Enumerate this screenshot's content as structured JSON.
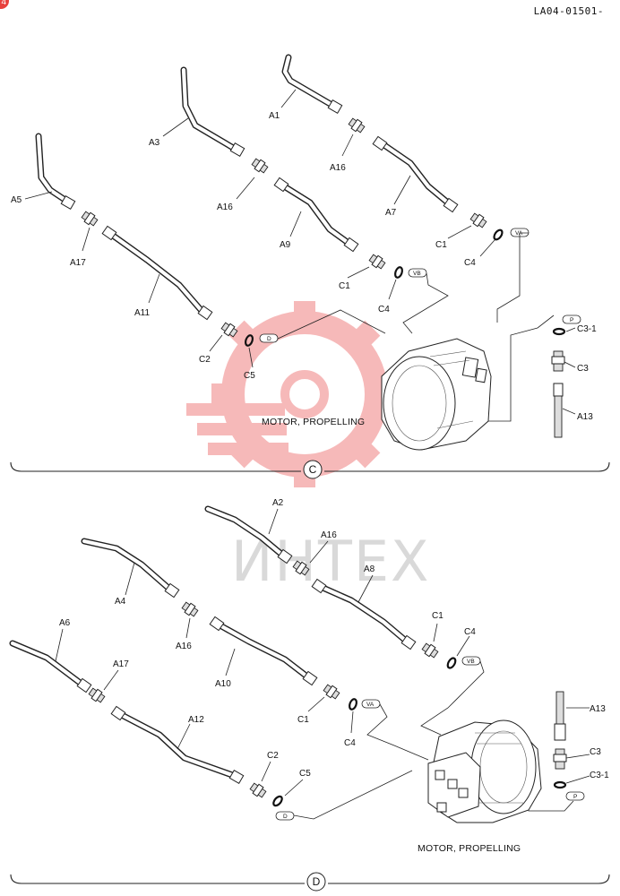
{
  "header": {
    "page_id": "LA04-01501-",
    "corner_mark": "4"
  },
  "watermark": {
    "text": "ИНТЕХ",
    "color": "#f08080"
  },
  "sections": [
    {
      "name": "C",
      "caption": "MOTOR, PROPELLING",
      "callouts": [
        "A1",
        "A16",
        "A3",
        "A7",
        "A16",
        "A5",
        "A9",
        "C1",
        "C4",
        "A17",
        "C1",
        "A11",
        "C4",
        "C2",
        "C5",
        "C3-1",
        "C3",
        "A13"
      ],
      "port_tags": [
        "VA",
        "VB",
        "D",
        "P"
      ]
    },
    {
      "name": "D",
      "caption": "MOTOR, PROPELLING",
      "callouts": [
        "A2",
        "A16",
        "A8",
        "A4",
        "C1",
        "C4",
        "A16",
        "A6",
        "A17",
        "A10",
        "C1",
        "C4",
        "A12",
        "C2",
        "C5",
        "A13",
        "C3",
        "C3-1"
      ],
      "port_tags": [
        "VB",
        "VA",
        "D",
        "P"
      ]
    }
  ]
}
